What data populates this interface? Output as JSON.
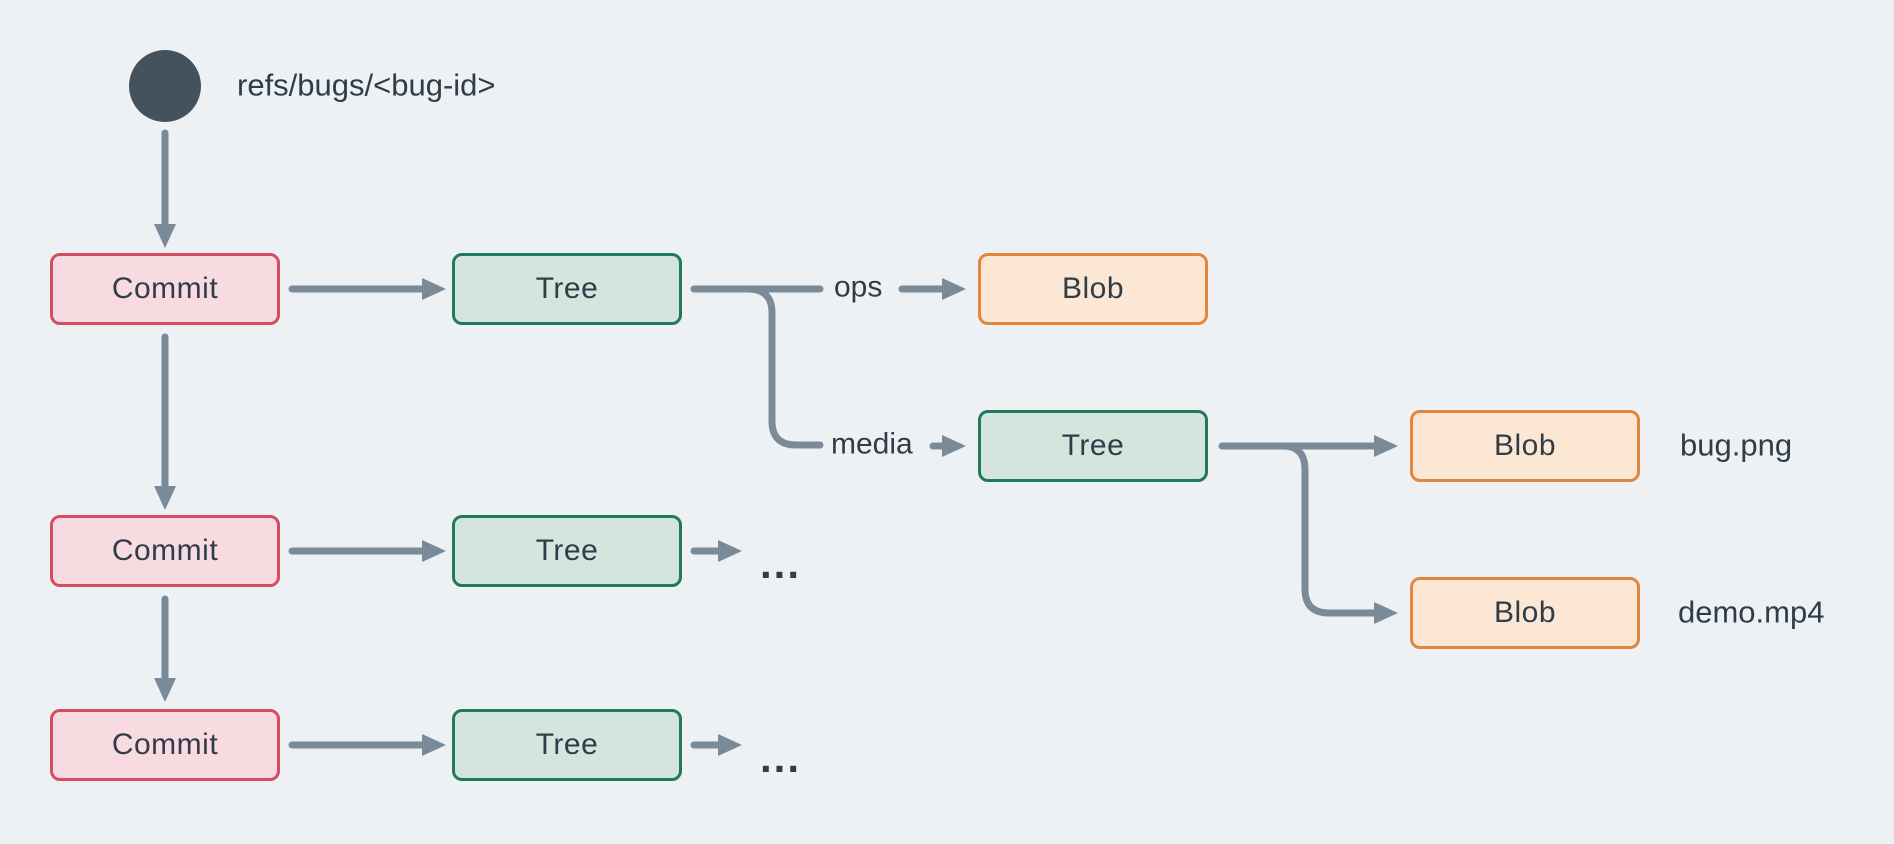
{
  "diagram": {
    "ref_label": "refs/bugs/<bug-id>",
    "nodes": {
      "commit1": "Commit",
      "commit2": "Commit",
      "commit3": "Commit",
      "tree1": "Tree",
      "tree2": "Tree",
      "tree3": "Tree",
      "tree4": "Tree",
      "blob_ops": "Blob",
      "blob_bug": "Blob",
      "blob_demo": "Blob"
    },
    "edge_labels": {
      "ops": "ops",
      "media": "media"
    },
    "file_labels": {
      "bug": "bug.png",
      "demo": "demo.mp4"
    },
    "ellipsis_mid": "...",
    "ellipsis_bottom": "...",
    "colors": {
      "background": "#edf1f4",
      "connector": "#7a8a99",
      "ref_dot": "#44525e",
      "text": "#2f3d49",
      "commit_fill": "#f8dbe0",
      "commit_border": "#d24d5e",
      "tree_fill": "#d5e4dd",
      "tree_border": "#20795d",
      "blob_fill": "#fbe7d4",
      "blob_border": "#e0873f"
    }
  }
}
